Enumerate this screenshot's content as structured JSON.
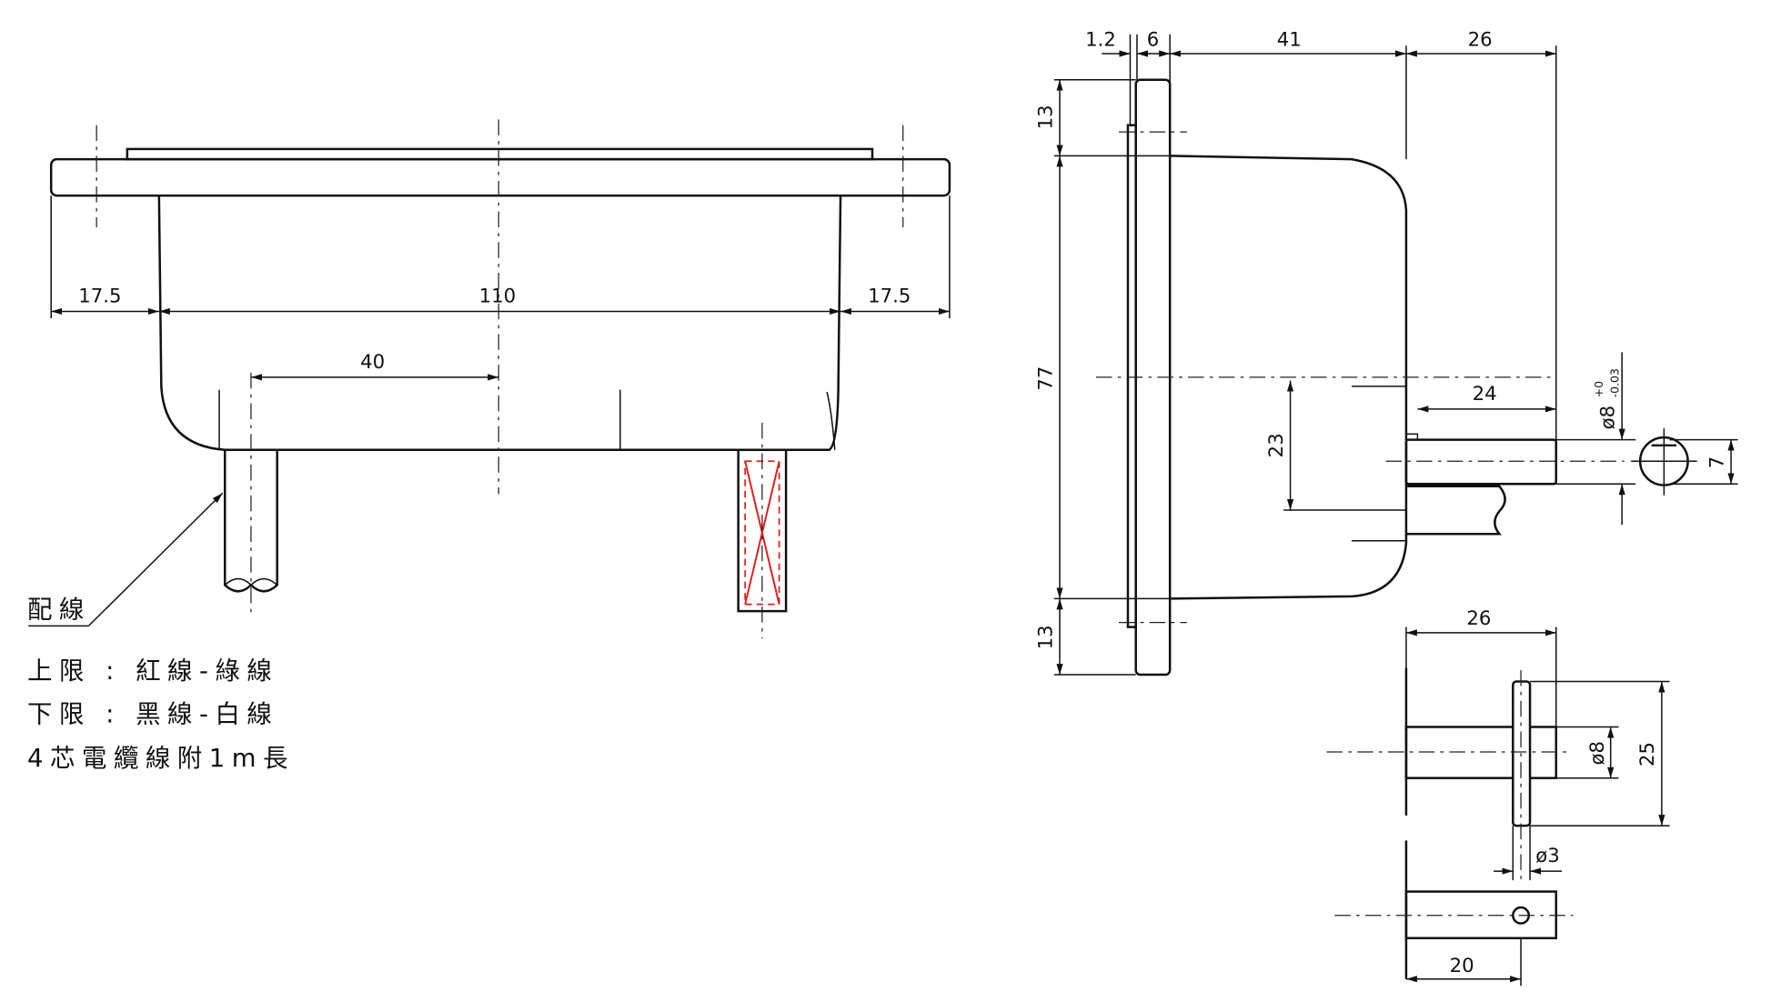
{
  "left_view": {
    "dims": {
      "flange_left": "17.5",
      "body_width": "110",
      "flange_right": "17.5",
      "cable_offset": "40"
    },
    "leader_label": "配線",
    "notes": [
      "上限 : 紅線-綠線",
      "下限 : 黑線-白線",
      "4芯電纜線附1m長"
    ]
  },
  "side_view": {
    "dims": {
      "plate": "1.2",
      "flange": "6",
      "body_depth": "41",
      "shaft_length": "26",
      "top": "13",
      "height": "77",
      "bottom": "13",
      "shaft_offset": "23",
      "shaft_exposed": "24",
      "flat": "7"
    },
    "shaft_diameter": "ø8",
    "tol_upper": "+0",
    "tol_lower": "-0.03"
  },
  "detail_view": {
    "dims": {
      "length": "26",
      "pin_span": "25",
      "shaft_dia": "ø8",
      "pin_dia": "ø3",
      "hole_pos": "20"
    }
  },
  "colors": {
    "cable_red": "#e02020"
  }
}
